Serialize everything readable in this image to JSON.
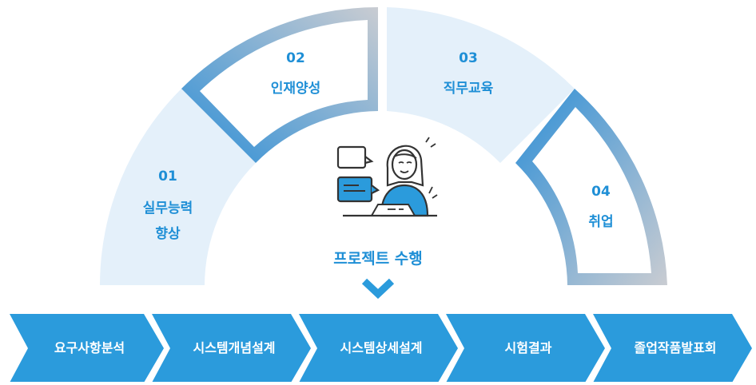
{
  "segments": [
    {
      "number": "01",
      "line1": "실무능력",
      "line2": "향상"
    },
    {
      "number": "02",
      "line1": "인재양성"
    },
    {
      "number": "03",
      "line1": "직무교육"
    },
    {
      "number": "04",
      "line1": "취업"
    }
  ],
  "center": {
    "title": "프로젝트 수행"
  },
  "process": [
    "요구사항분석",
    "시스템개념설계",
    "시스템상세설계",
    "시험결과",
    "졸업작품발표회"
  ],
  "colors": {
    "accent": "#1f8fd6",
    "light_fill": "#e4f0fa",
    "gradient_start": "#2f8fd6",
    "gradient_end": "#c9ccd2",
    "process_fill": "#2b9bdc"
  }
}
